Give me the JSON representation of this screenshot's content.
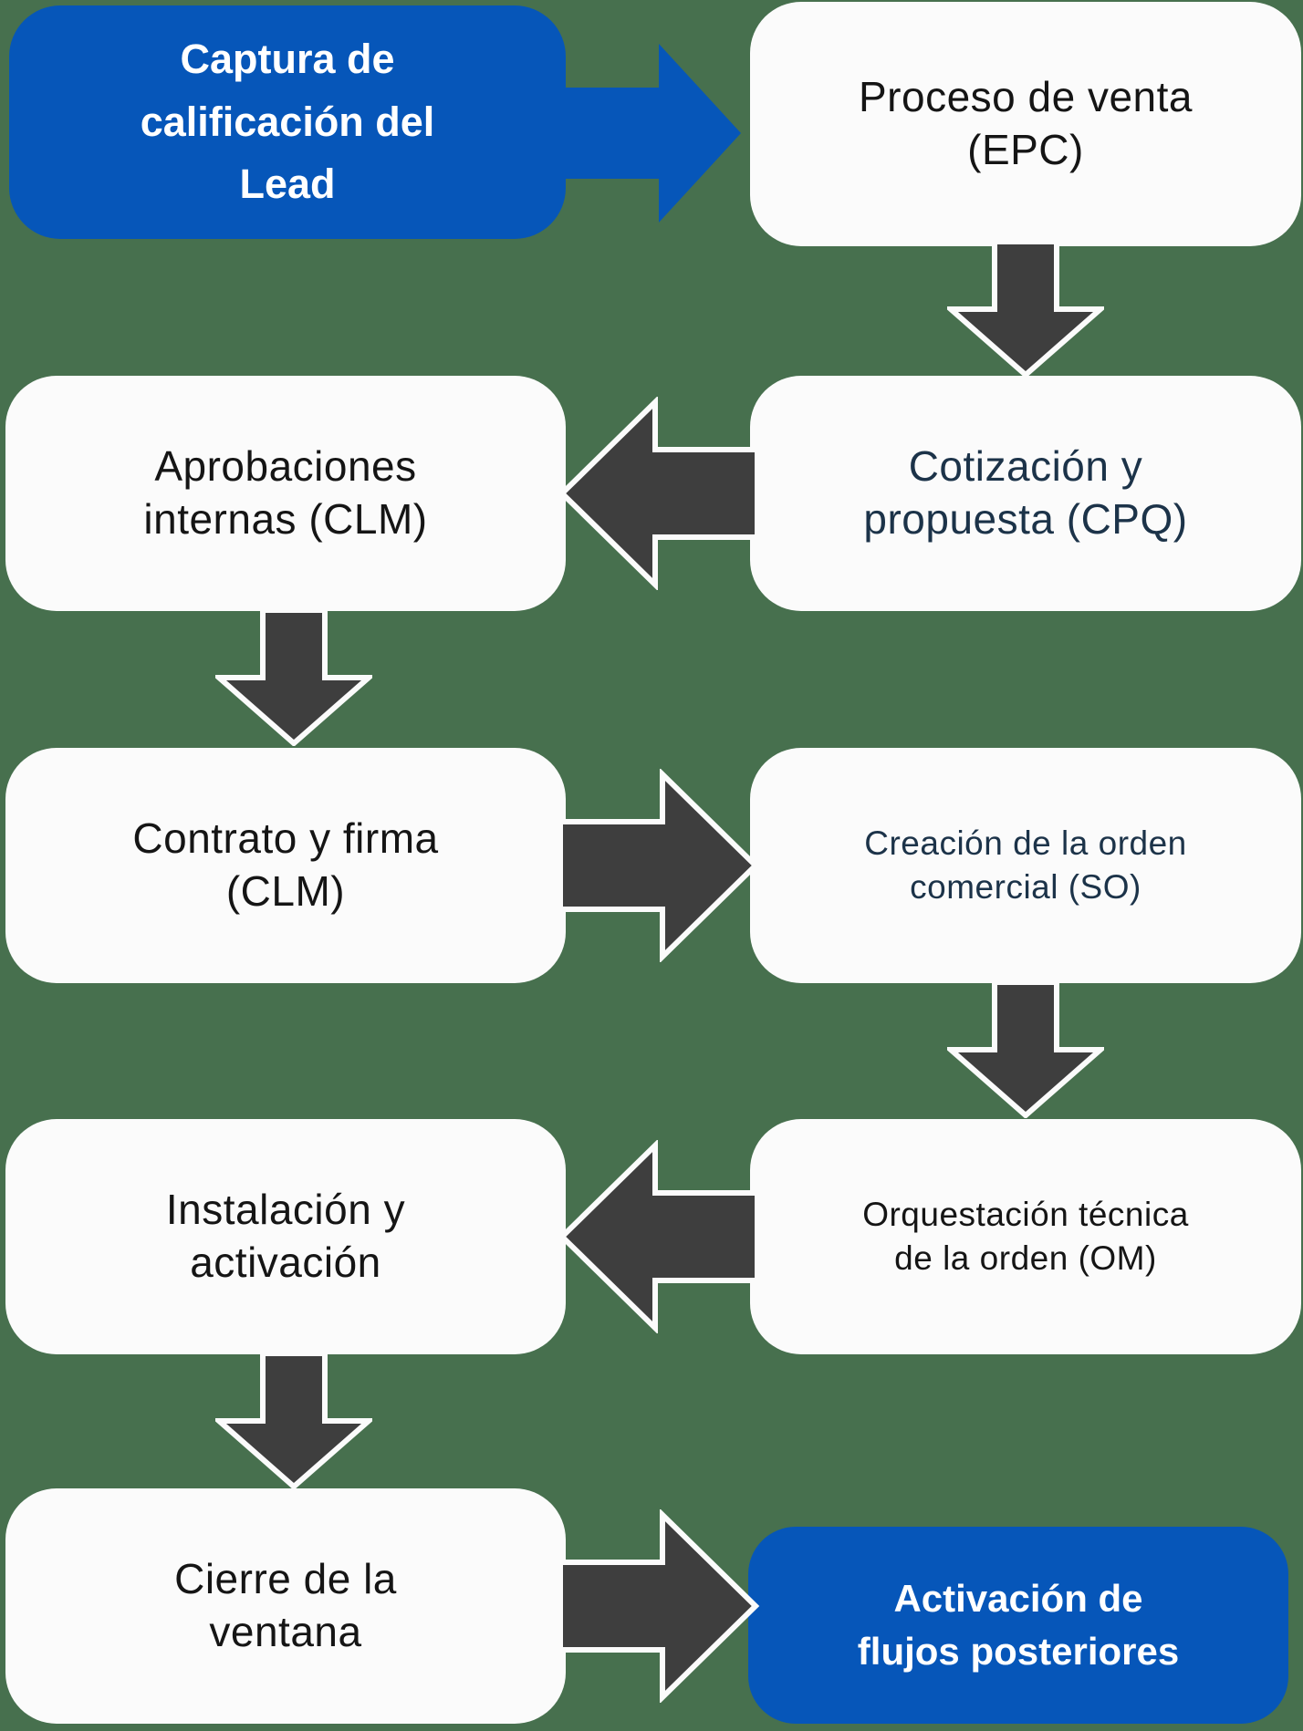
{
  "diagram": {
    "background_color": "#47704E",
    "colors": {
      "accent_blue": "#0656B9",
      "arrow_dark": "#3E3E3E",
      "arrow_outline": "#FBFBFB",
      "box_white": "#FBFBFB",
      "text_black": "#151515",
      "text_navy": "#1C3349",
      "text_white": "#FFFFFF"
    },
    "nodes": [
      {
        "id": "lead",
        "label": "Captura de\ncalificación del\nLead",
        "style": "accent"
      },
      {
        "id": "epc",
        "label": "Proceso de venta\n(EPC)",
        "style": "plain"
      },
      {
        "id": "aprobaciones",
        "label": "Aprobaciones\ninternas (CLM)",
        "style": "plain"
      },
      {
        "id": "cpq",
        "label": "Cotización y\npropuesta (CPQ)",
        "style": "plain-navy"
      },
      {
        "id": "contrato",
        "label": "Contrato y firma\n(CLM)",
        "style": "plain"
      },
      {
        "id": "creacion",
        "label": "Creación de la orden\ncomercial (SO)",
        "style": "plain-navy-small"
      },
      {
        "id": "instalacion",
        "label": "Instalación y\nactivación",
        "style": "plain"
      },
      {
        "id": "orquestacion",
        "label": "Orquestación técnica\nde la orden (OM)",
        "style": "plain-small"
      },
      {
        "id": "cierre",
        "label": "Cierre de la\nventana",
        "style": "plain"
      },
      {
        "id": "activacion",
        "label": "Activación de\nflujos posteriores",
        "style": "accent"
      }
    ],
    "arrows": [
      {
        "from": "lead",
        "to": "epc",
        "direction": "right",
        "variant": "accent"
      },
      {
        "from": "epc",
        "to": "cpq",
        "direction": "down",
        "variant": "dark"
      },
      {
        "from": "cpq",
        "to": "aprobaciones",
        "direction": "left",
        "variant": "dark"
      },
      {
        "from": "aprobaciones",
        "to": "contrato",
        "direction": "down",
        "variant": "dark"
      },
      {
        "from": "contrato",
        "to": "creacion",
        "direction": "right",
        "variant": "dark"
      },
      {
        "from": "creacion",
        "to": "orquestacion",
        "direction": "down",
        "variant": "dark"
      },
      {
        "from": "orquestacion",
        "to": "instalacion",
        "direction": "left",
        "variant": "dark"
      },
      {
        "from": "instalacion",
        "to": "cierre",
        "direction": "down",
        "variant": "dark"
      },
      {
        "from": "cierre",
        "to": "activacion",
        "direction": "right",
        "variant": "dark"
      }
    ]
  }
}
